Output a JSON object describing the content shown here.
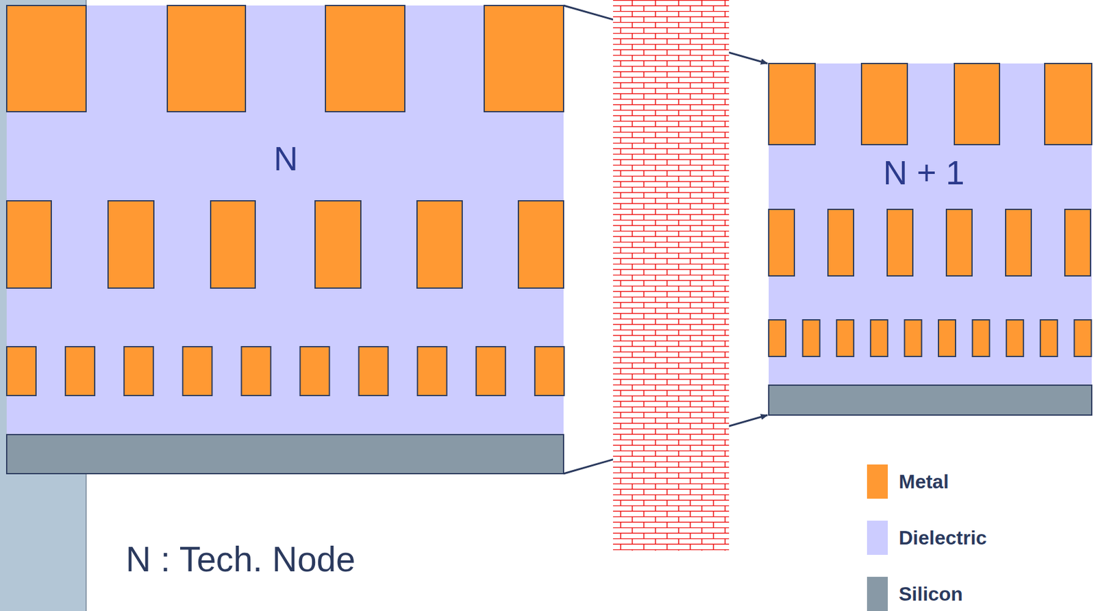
{
  "diagram": {
    "nodes": [
      {
        "text": [
          "N"
        ]
      },
      {
        "text": [
          "N + 1"
        ]
      }
    ],
    "edges": [
      {
        "from": 0,
        "to": 1,
        "arrow": "to"
      },
      {
        "from": 0,
        "to": 1,
        "arrow": "to"
      }
    ],
    "labels": [
      "N : Tech. Node"
    ],
    "legend": [
      {
        "text": "Metal",
        "color": "#ff9933"
      },
      {
        "text": "Dielectric",
        "color": "#ccccff"
      },
      {
        "text": "Silicon",
        "color": "#8899a6"
      }
    ]
  }
}
